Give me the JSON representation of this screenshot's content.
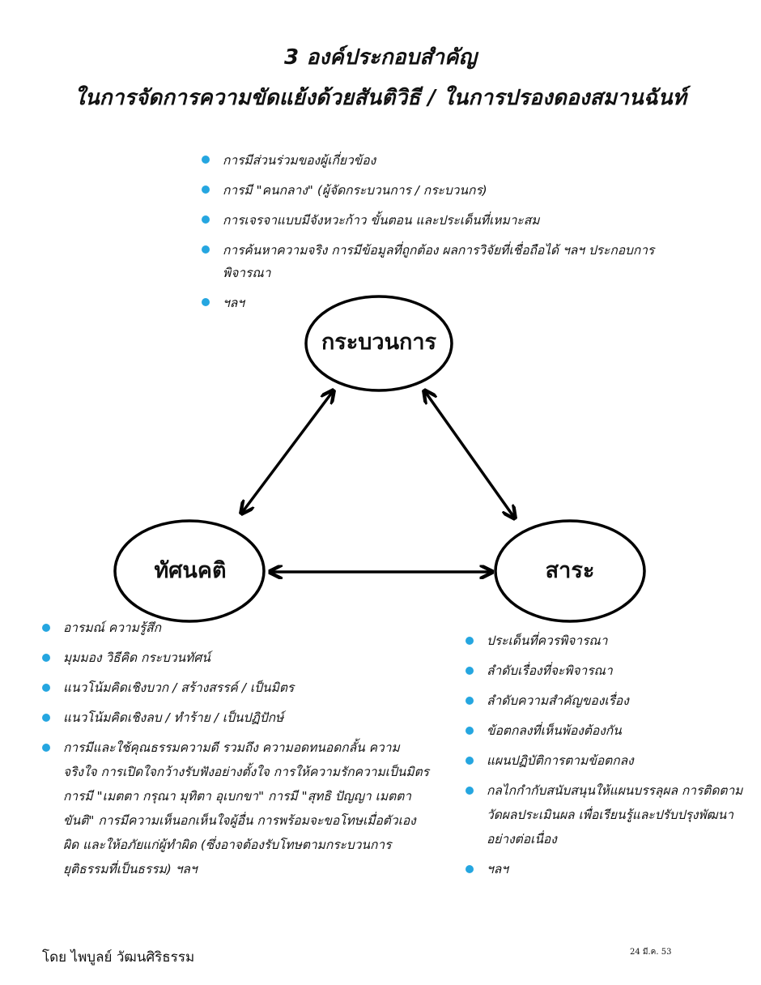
{
  "title": {
    "line1": "3 องค์ประกอบสำคัญ",
    "line2": "ในการจัดการความขัดแย้งด้วยสันติวิธี / ในการปรองดองสมานฉันท์"
  },
  "nodes": {
    "process": "กระบวนการ",
    "attitude": "ทัศนคติ",
    "content": "สาระ"
  },
  "process_points": [
    "การมีส่วนร่วมของผู้เกี่ยวข้อง",
    "การมี \"คนกลาง\" (ผู้จัดกระบวนการ / กระบวนกร)",
    "การเจรจาแบบมีจังหวะก้าว ขั้นตอน และประเด็นที่เหมาะสม",
    "การค้นหาความจริง การมีข้อมูลที่ถูกต้อง ผลการวิจัยที่เชื่อถือได้ ฯลฯ ประกอบการพิจารณา",
    "ฯลฯ"
  ],
  "attitude_points": [
    "อารมณ์ ความรู้สึก",
    "มุมมอง วิธีคิด กระบวนทัศน์",
    "แนวโน้มคิดเชิงบวก / สร้างสรรค์ / เป็นมิตร",
    "แนวโน้มคิดเชิงลบ / ทำร้าย / เป็นปฏิปักษ์",
    "การมีและใช้คุณธรรมความดี รวมถึง ความอดทนอดกลั้น ความจริงใจ การเปิดใจกว้างรับฟังอย่างตั้งใจ การให้ความรักความเป็นมิตร การมี \"เมตตา กรุณา มุทิตา อุเบกขา\" การมี \"สุทธิ ปัญญา เมตตา ขันติ\" การมีความเห็นอกเห็นใจผู้อื่น การพร้อมจะขอโทษเมื่อตัวเองผิด และให้อภัยแก่ผู้ทำผิด (ซึ่งอาจต้องรับโทษตามกระบวนการยุติธรรมที่เป็นธรรม) ฯลฯ"
  ],
  "content_points": [
    "ประเด็นที่ควรพิจารณา",
    "ลำดับเรื่องที่จะพิจารณา",
    "ลำดับความสำคัญของเรื่อง",
    "ข้อตกลงที่เห็นพ้องต้องกัน",
    "แผนปฏิบัติการตามข้อตกลง",
    "กลไกกำกับสนับสนุนให้แผนบรรลุผล การติดตามวัดผลประเมินผล เพื่อเรียนรู้และปรับปรุงพัฒนาอย่างต่อเนื่อง",
    "ฯลฯ"
  ],
  "footer": {
    "author": "โดย ไพบูลย์ วัฒนศิริธรรม",
    "date": "24 มี.ค. 53"
  },
  "colors": {
    "bullet": "#25a6e0",
    "line": "#000000"
  }
}
